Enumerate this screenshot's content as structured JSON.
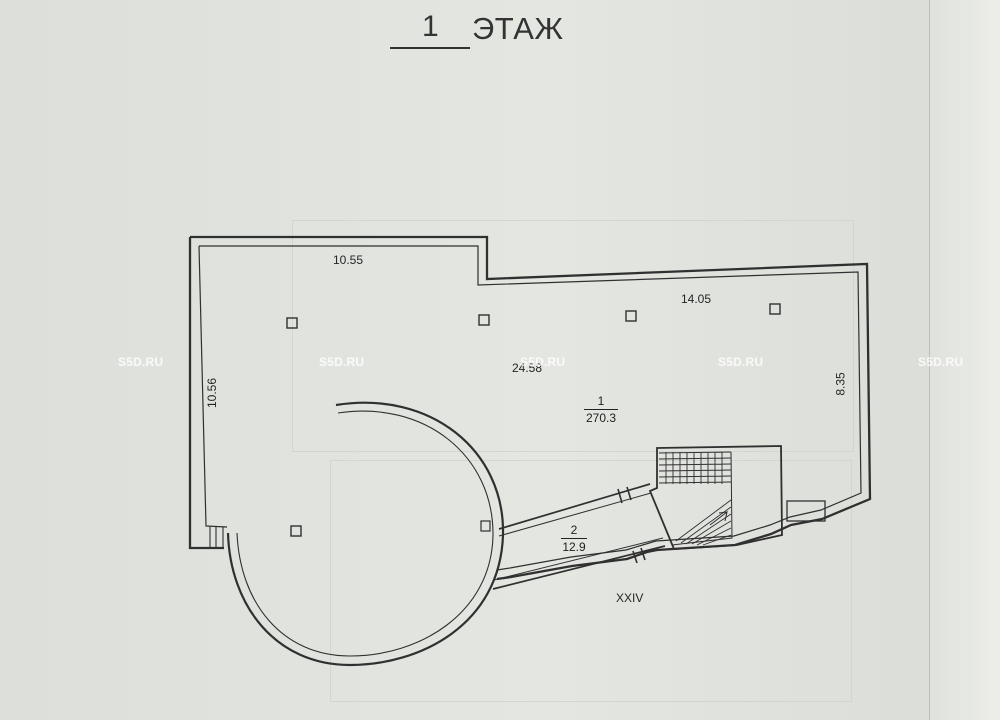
{
  "title": {
    "number": "1",
    "text": "ЭТАЖ"
  },
  "dimensions": {
    "top_left": "10.55",
    "top_right": "14.05",
    "left_side": "10.56",
    "right_side": "8.35",
    "middle": "24.58"
  },
  "rooms": [
    {
      "number": "1",
      "area": "270.3"
    },
    {
      "number": "2",
      "area": "12.9"
    }
  ],
  "corridor_label": "XXIV",
  "watermarks": [
    "S5D.RU",
    "S5D.RU",
    "S5D.RU",
    "S5D.RU",
    "S5D.RU"
  ],
  "colors": {
    "paper": "#dedfdb",
    "line": "#333333",
    "watermark": "#ffffff"
  }
}
